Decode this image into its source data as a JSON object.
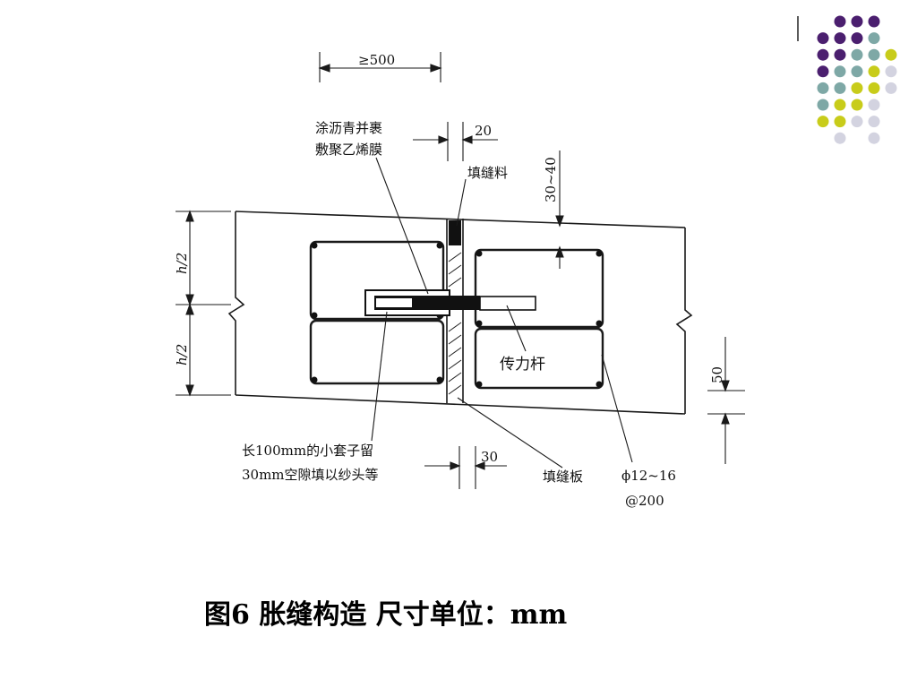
{
  "decor": {
    "dot_colors": [
      "#4b1f6f",
      "#7ea8a6",
      "#c8cc1a",
      "#d3d3e0"
    ]
  },
  "diagram": {
    "label_asphalt_line1": "涂沥青并裹",
    "label_asphalt_line2": "敷聚乙烯膜",
    "label_filler": "填缝料",
    "label_dowel": "传力杆",
    "label_sleeve_line1": "长100mm的小套子留",
    "label_sleeve_line2": "30mm空隙填以纱头等",
    "label_board": "填缝板",
    "label_rebar_line1": "ϕ12~16",
    "label_rebar_line2": "@200",
    "dim_min_length": "≥500",
    "dim_joint_width": "20",
    "dim_depth": "30~40",
    "dim_half_top": "h/2",
    "dim_half_bottom": "h/2",
    "dim_sleeve_gap": "30",
    "dim_bottom_cover": "50"
  },
  "caption": {
    "text": "图6  胀缝构造   尺寸单位：mm"
  }
}
